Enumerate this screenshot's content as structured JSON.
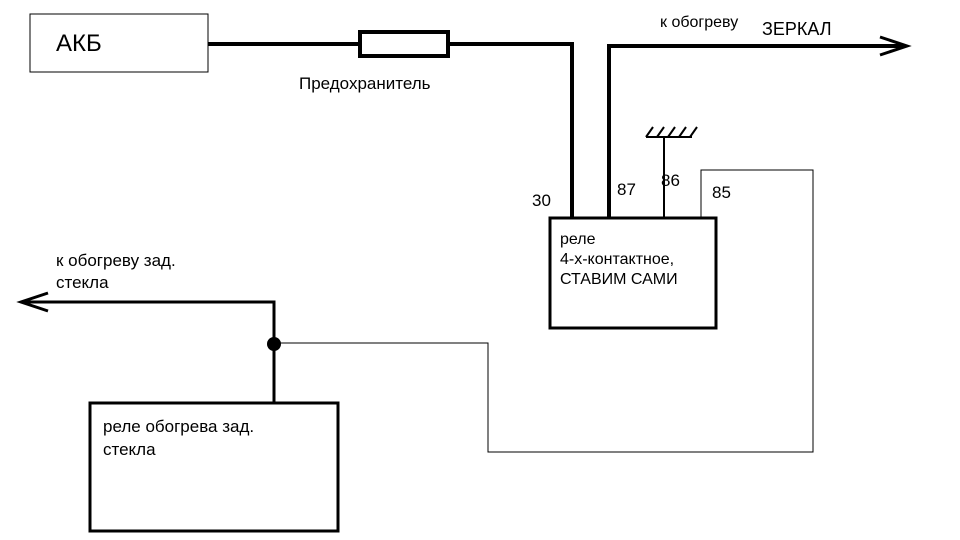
{
  "battery": {
    "label": "АКБ"
  },
  "fuse": {
    "label": "Предохранитель"
  },
  "mirrors_output": {
    "prefix": "к обогреву",
    "word": "ЗЕРКАЛ"
  },
  "relay_4pin": {
    "pins": {
      "p30": "30",
      "p87": "87",
      "p86": "86",
      "p85": "85"
    },
    "lines": [
      "реле",
      "4-х-контактное,",
      "СТАВИМ САМИ"
    ]
  },
  "rear_window_output": {
    "lines": [
      "к обогреву зад.",
      "стекла"
    ]
  },
  "rear_window_relay": {
    "lines": [
      "реле обогрева зад.",
      "стекла"
    ]
  },
  "colors": {
    "line": "#000000",
    "background": "#ffffff"
  }
}
